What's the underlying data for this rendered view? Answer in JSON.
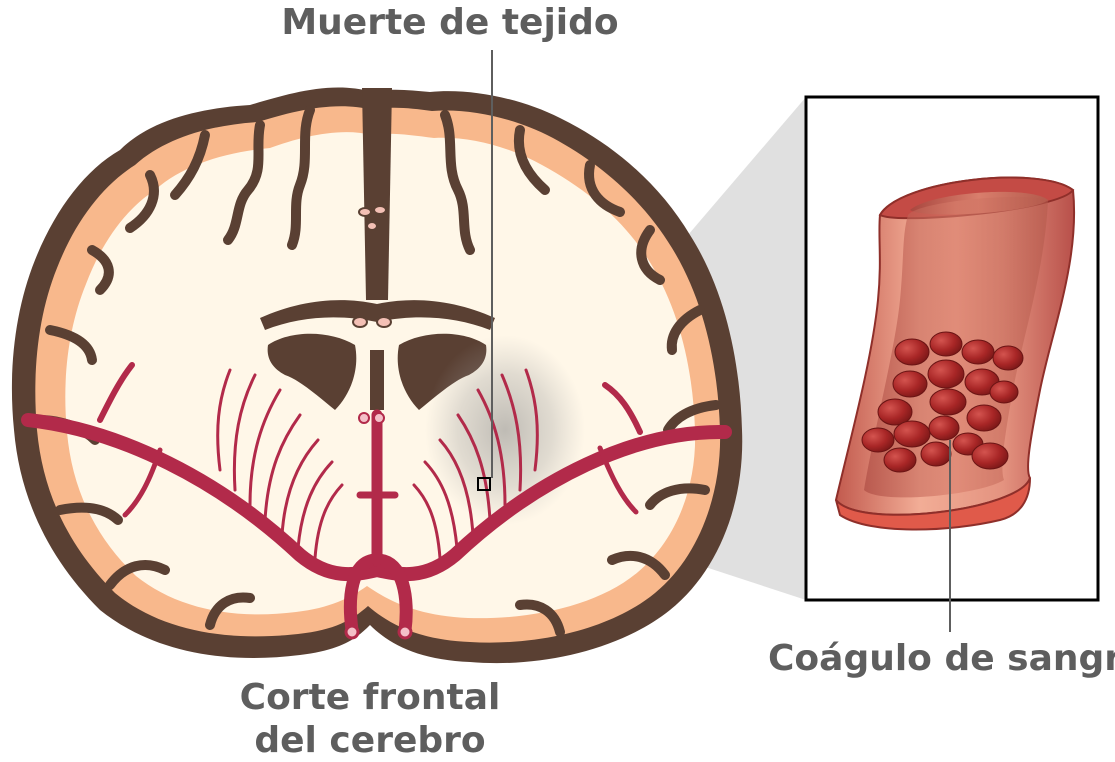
{
  "labels": {
    "tissue_death": "Muerte de tejido",
    "blood_clot": "Coágulo de sangre",
    "section_line1": "Corte frontal",
    "section_line2": "del cerebro"
  },
  "colors": {
    "outer_brain": "#5a4033",
    "cortex": "#f8b88c",
    "white_matter": "#fff7e8",
    "vessel": "#b22a4a",
    "vessel_dark": "#8a1c38",
    "ventricle": "#5a4033",
    "clot": "#a92a2a",
    "tube": "#d06a5e",
    "tube_light": "#f3b39f",
    "label": "#5e5e5e",
    "zoom_gray": "#d7d7d7"
  }
}
